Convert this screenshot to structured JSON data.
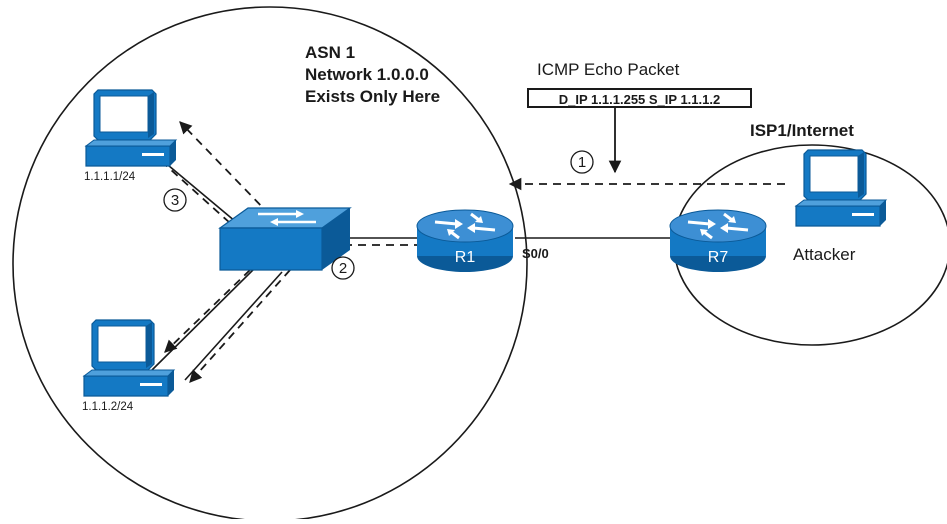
{
  "labels": {
    "asn_line1": "ASN 1",
    "asn_line2": "Network 1.0.0.0",
    "asn_line3": "Exists Only Here",
    "icmp_title": "ICMP Echo Packet",
    "packet_header": "D_IP 1.1.1.255 S_IP 1.1.1.2",
    "isp": "ISP1/Internet",
    "host1_ip": "1.1.1.1/24",
    "host2_ip": "1.1.1.2/24",
    "router1": "R1",
    "router7": "R7",
    "interface": "S0/0",
    "attacker": "Attacker",
    "step1": "1",
    "step2": "2",
    "step3": "3"
  },
  "colors": {
    "device_fill": "#1479c4",
    "device_dark": "#0b5a98",
    "line": "#1a1a1a"
  },
  "icons": {
    "switch": "switch-icon",
    "router": "router-icon",
    "host": "computer-icon"
  }
}
